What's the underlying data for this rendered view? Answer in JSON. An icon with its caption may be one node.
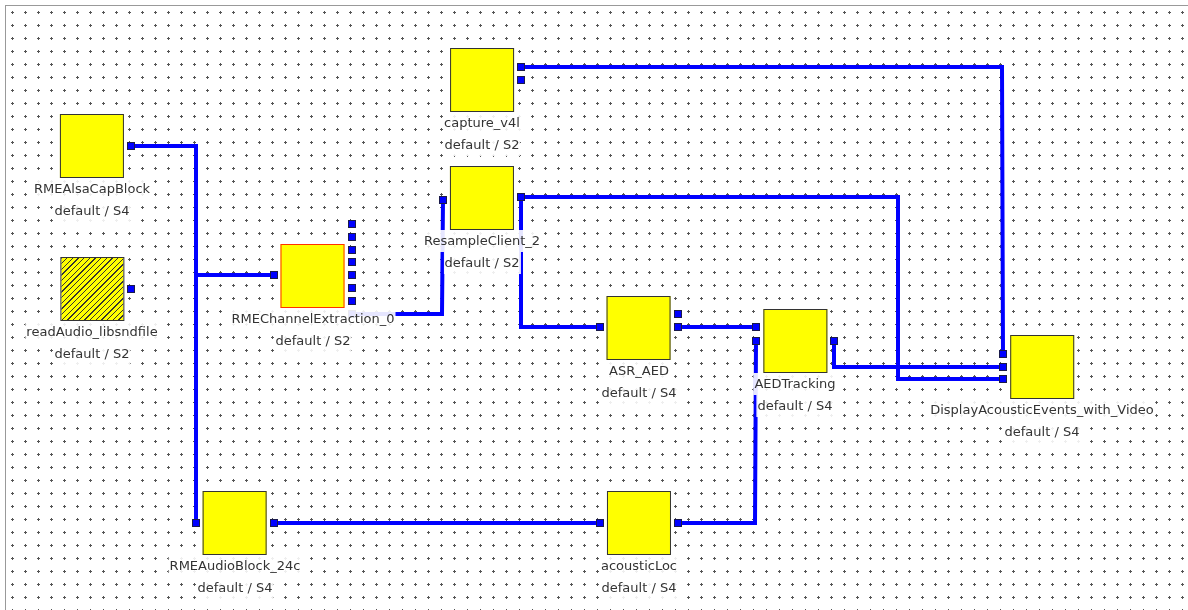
{
  "diagram": {
    "nodes": [
      {
        "text": [
          "RMEAlsaCapBlock",
          "default / S4"
        ]
      },
      {
        "text": [
          "readAudio_libsndfile",
          "default / S2"
        ]
      },
      {
        "text": [
          "RMEChannelExtraction_0",
          "default / S2"
        ]
      },
      {
        "text": [
          "capture_v4l",
          "default / S2"
        ]
      },
      {
        "text": [
          "ResampleClient_2",
          "default / S2"
        ]
      },
      {
        "text": [
          "ASR_AED",
          "default / S4"
        ]
      },
      {
        "text": [
          "AEDTracking",
          "default / S4"
        ]
      },
      {
        "text": [
          "DisplayAcousticEvents_with_Video",
          "default / S4"
        ]
      },
      {
        "text": [
          "RMEAudioBlock_24c",
          "default / S4"
        ]
      },
      {
        "text": [
          "acousticLoc",
          "default / S4"
        ]
      }
    ],
    "edges": [
      {
        "from": 0,
        "to": 2,
        "arrow": "other"
      },
      {
        "from": 0,
        "to": 8,
        "arrow": "other"
      },
      {
        "from": 2,
        "to": 4,
        "arrow": "other"
      },
      {
        "from": 3,
        "to": 7,
        "arrow": "other"
      },
      {
        "from": 4,
        "to": 5,
        "arrow": "other"
      },
      {
        "from": 4,
        "to": 7,
        "arrow": "other"
      },
      {
        "from": 5,
        "to": 6,
        "arrow": "other"
      },
      {
        "from": 8,
        "to": 9,
        "arrow": "other"
      },
      {
        "from": 9,
        "to": 6,
        "arrow": "other"
      },
      {
        "from": 6,
        "to": 7,
        "arrow": "other"
      }
    ]
  }
}
